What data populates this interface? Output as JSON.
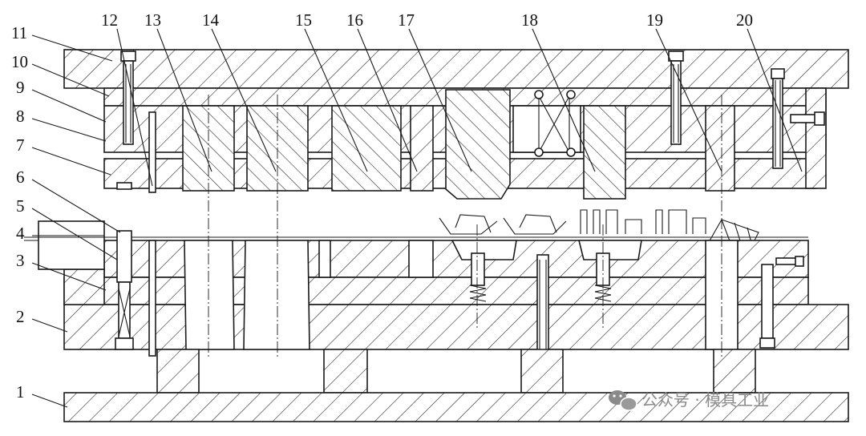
{
  "figure": {
    "callouts": [
      "1",
      "2",
      "3",
      "4",
      "5",
      "6",
      "7",
      "8",
      "9",
      "10",
      "11",
      "12",
      "13",
      "14",
      "15",
      "16",
      "17",
      "18",
      "19",
      "20"
    ]
  },
  "watermark": {
    "text": "公众号 · 模具工业",
    "icon": "wechat-icon",
    "color": "#8a8a8a"
  },
  "colors": {
    "line": "#1a1a1a",
    "background": "#ffffff"
  }
}
